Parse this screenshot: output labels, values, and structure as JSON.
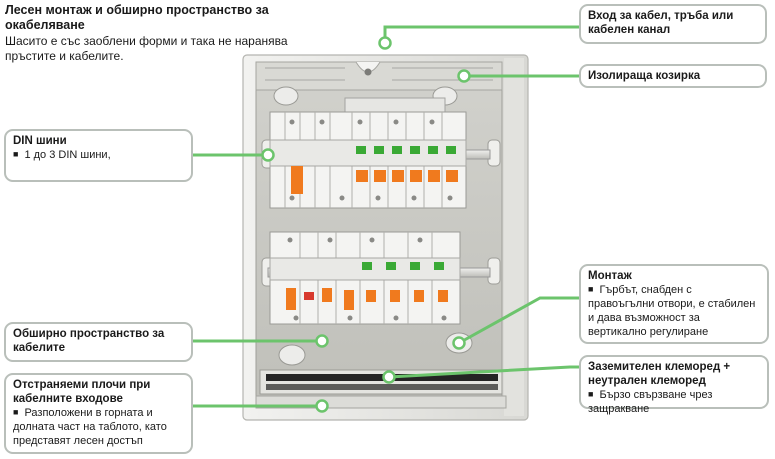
{
  "intro": {
    "title": "Лесен монтаж и обширно пространство за окабеляване",
    "text": "Шасито е със заоблени форми и така не наранява пръстите и кабелите."
  },
  "callouts": {
    "cable_entry": {
      "title": "Вход за кабел, тръба или кабелен канал"
    },
    "insulating_cover": {
      "title": "Изолираща козирка"
    },
    "din_rails": {
      "title": "DIN шини",
      "bullet": "1 до 3 DIN шини,"
    },
    "mounting": {
      "title": "Монтаж",
      "bullet": "Гърбът, снабден с правоъгълни отвори, е стабилен и дава възможност за вертикално регулиране"
    },
    "wiring_space": {
      "title": "Обширно пространство за кабелите"
    },
    "terminal_block": {
      "title": "Заземителен клеморед + неутрален клеморед",
      "bullet": "Бързо свързване чрез защракване"
    },
    "knockouts": {
      "title": "Отстраняеми плочи при кабелните входове",
      "bullet": "Разположени в горната и долната част на таблото, като представят лесен достъп"
    }
  },
  "colors": {
    "leader": "#6cc46c",
    "callout_border": "#b9bfba",
    "accent_orange": "#f07a1e",
    "breaker_green": "#3aa935"
  }
}
